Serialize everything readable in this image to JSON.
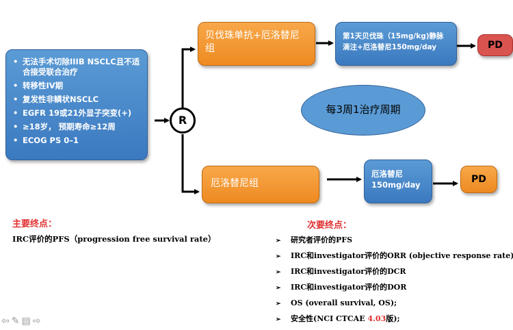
{
  "inclusion_criteria": [
    "无法手术切除IIIB NSCLC且不适合接受联合治疗",
    "转移性IV期",
    "复发性非鳞状NSCLC",
    "EGFR 19或21外显子突变(+)",
    "≥18岁，  预期寿命≥12周",
    "ECOG PS 0–1"
  ],
  "randomization_label": "R",
  "arm1": {
    "label": "贝伐珠单抗+厄洛替尼组",
    "dose": "第1天贝伐珠（15mg/kg)静脉滴注+厄洛替尼150mg/day",
    "outcome": "PD"
  },
  "arm2": {
    "label": "厄洛替尼组",
    "dose": "厄洛替尼150mg/day",
    "outcome": "PD"
  },
  "cycle_label": "每3周1治疗周期",
  "primary_endpoint": {
    "title": "主要终点：",
    "text": "IRC评价的PFS（progression free survival rate）"
  },
  "secondary_endpoint": {
    "title": "次要终点：",
    "items": [
      "研究者评价的PFS",
      "IRC和investigator评价的ORR (objective response rate);",
      "IRC和investigator评价的DCR",
      "IRC和investigator评价的DOR",
      "OS (overall survival, OS);"
    ],
    "last_item_prefix": "安全性(NCI CTCAE ",
    "last_item_version": "4.03",
    "last_item_suffix": "版);"
  },
  "nav_icons": [
    "arrow-left-icon",
    "pencil-icon",
    "menu-icon",
    "arrow-right-icon"
  ]
}
